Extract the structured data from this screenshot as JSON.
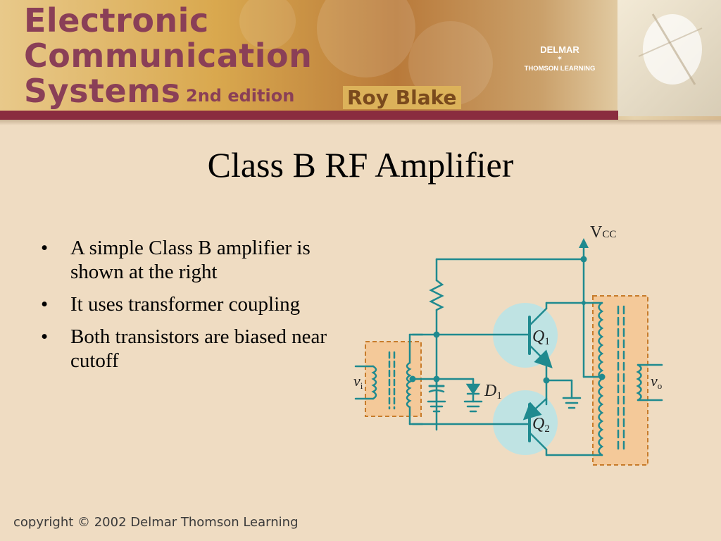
{
  "header": {
    "title_line1": "Electronic",
    "title_line2": "Communication",
    "title_line3": "Systems",
    "edition": "2nd edition",
    "author": "Roy Blake",
    "publisher_line1": "DELMAR",
    "publisher_line2": "THOMSON LEARNING",
    "brand_color": "#8a3f57"
  },
  "slide": {
    "title": "Class B RF Amplifier",
    "bullets": [
      "A simple Class B amplifier is shown at the right",
      "It uses transformer coupling",
      "Both transistors are biased near cutoff"
    ]
  },
  "diagram": {
    "labels": {
      "vcc_v": "V",
      "vcc_sub": "CC",
      "q1": "Q",
      "q1_sub": "1",
      "q2": "Q",
      "q2_sub": "2",
      "d1": "D",
      "d1_sub": "1",
      "vi_v": "v",
      "vi_sub": "i",
      "vo_v": "v",
      "vo_sub": "o"
    },
    "colors": {
      "wire": "#1f8a8f",
      "transistor_fill": "#bfe3e3",
      "transformer_fill": "#f4c999",
      "transformer_border": "#c77b2a"
    }
  },
  "footer": {
    "copyright": "copyright © 2002 Delmar Thomson Learning"
  }
}
